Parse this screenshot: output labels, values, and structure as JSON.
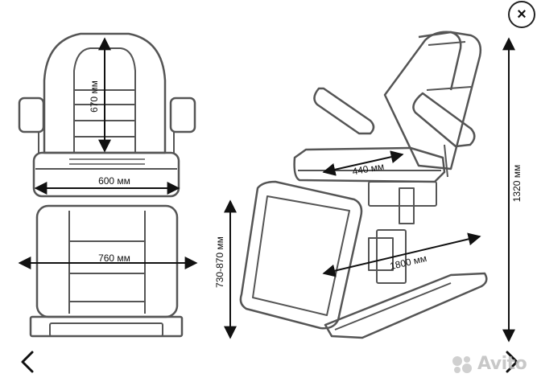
{
  "viewer": {
    "labels": {
      "front_backrest_height": "670 мм",
      "front_seat_width": "600 мм",
      "front_base_width": "760 мм",
      "front_height_range": "730-870 мм",
      "side_seat_depth": "440 мм",
      "side_total_length": "1800 мм",
      "side_total_height": "1320 мм"
    },
    "close_icon_glyph": "×",
    "watermark_text": "Avito"
  },
  "colors": {
    "outline": "#555555",
    "dimension": "#111111",
    "background": "#ffffff"
  }
}
